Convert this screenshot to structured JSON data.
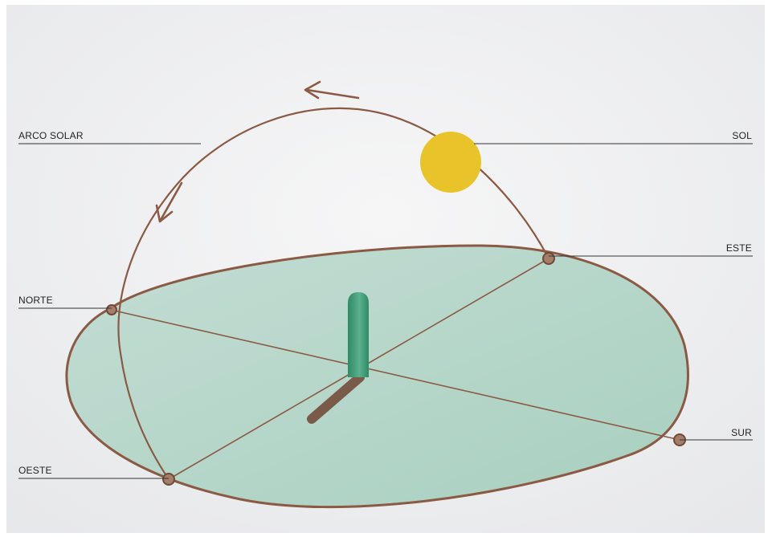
{
  "labels": {
    "solar_arc": "ARCO SOLAR",
    "sun": "SOL",
    "east": "ESTE",
    "north": "NORTE",
    "south": "SUR",
    "west": "OESTE"
  },
  "colors": {
    "paper": "#efeff0",
    "ground_plane": "#b9d8cc",
    "pencil_line": "#8a5a44",
    "sun": "#e8c32a",
    "gnomon": "#3f9a78",
    "shadow": "#7a5a48",
    "leader_line": "#333333"
  },
  "icons": {
    "arc_arrows": "arrow-icon",
    "cardinal_points": "marker-dot-icon"
  }
}
